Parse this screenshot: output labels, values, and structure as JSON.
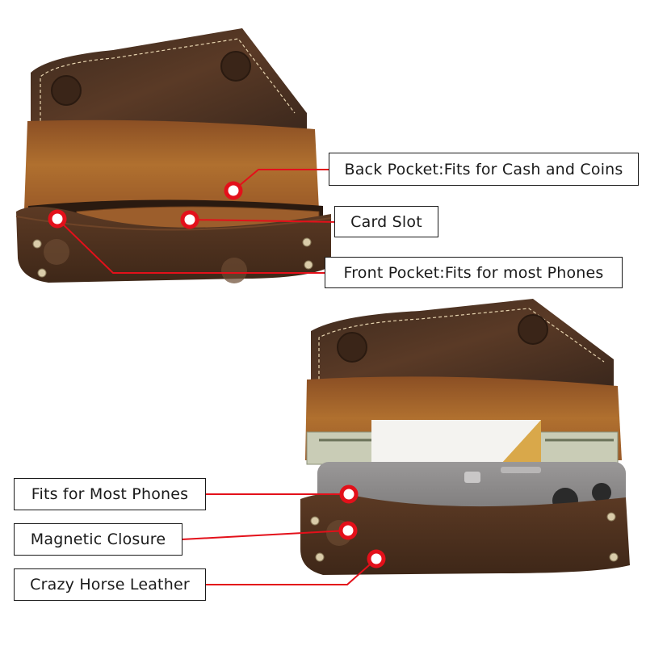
{
  "callouts": {
    "back_pocket": "Back Pocket:Fits for Cash and Coins",
    "card_slot": "Card Slot",
    "front_pocket": "Front Pocket:Fits for most Phones",
    "phones": "Fits for Most Phones",
    "magnetic": "Magnetic Closure",
    "leather": "Crazy Horse Leather"
  },
  "colors": {
    "leather_dark": "#4a2f20",
    "leather_suede": "#a8652e",
    "accent_red": "#e3101a",
    "stitch": "#e8d5b0"
  },
  "icons": [
    "callout-dot-icon"
  ]
}
